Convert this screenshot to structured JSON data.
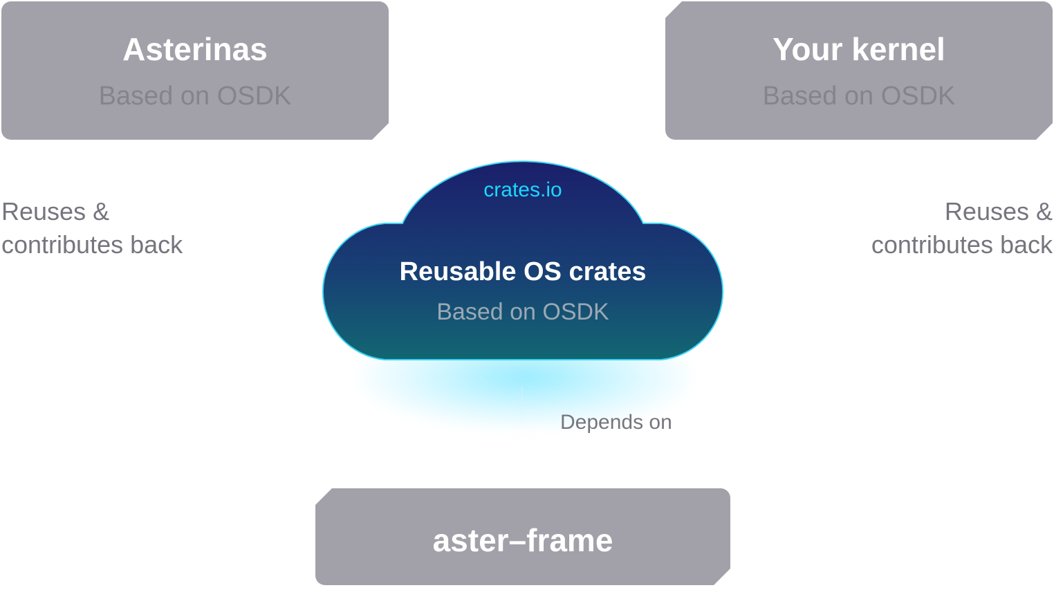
{
  "top_left_card": {
    "title": "Asterinas",
    "subtitle": "Based on OSDK"
  },
  "top_right_card": {
    "title": "Your kernel",
    "subtitle": "Based on OSDK"
  },
  "left_relation": {
    "line1": "Reuses &",
    "line2": "contributes back"
  },
  "right_relation": {
    "line1": "Reuses &",
    "line2": "contributes back"
  },
  "cloud": {
    "registry": "crates.io",
    "title": "Reusable OS crates",
    "subtitle": "Based on OSDK"
  },
  "bottom_relation": {
    "label": "Depends on"
  },
  "bottom_card": {
    "title": "aster–frame"
  },
  "colors": {
    "card_fill": "#a2a1a9",
    "card_title": "#ffffff",
    "card_subtitle": "#85848d",
    "cloud_top": "#1b1f6b",
    "cloud_bottom": "#126672",
    "cloud_border": "#35d3f2",
    "registry_text": "#1ad8ff",
    "relation_text": "#76757e"
  }
}
